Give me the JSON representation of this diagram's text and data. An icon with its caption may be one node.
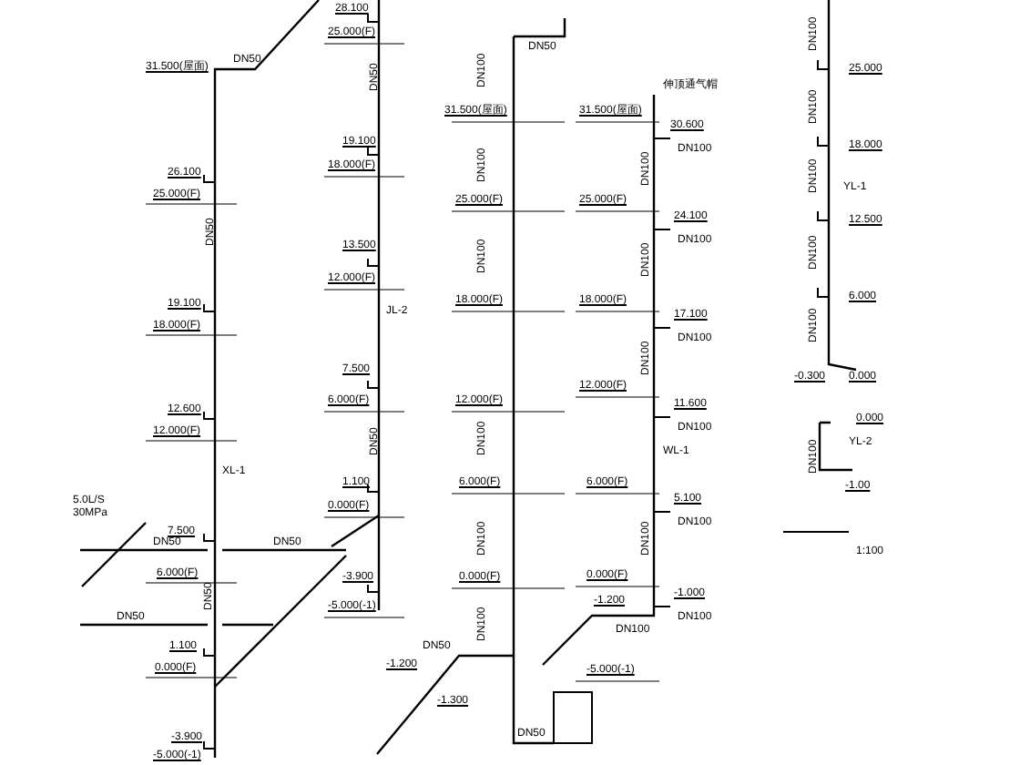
{
  "diagram": {
    "labels": [
      "DN50",
      "31.500(屋面)",
      "26.100",
      "25.000(F)",
      "DN50",
      "19.100",
      "18.000(F)",
      "12.600",
      "12.000(F)",
      "XL-1",
      "5.0L/S",
      "30MPa",
      "7.500",
      "DN50",
      "DN50",
      "6.000(F)",
      "DN50",
      "DN50",
      "1.100",
      "0.000(F)",
      "-3.900",
      "-5.000(-1)",
      "28.100",
      "25.000(F)",
      "DN50",
      "19.100",
      "18.000(F)",
      "13.500",
      "12.000(F)",
      "JL-2",
      "7.500",
      "6.000(F)",
      "DN50",
      "1.100",
      "0.000(F)",
      "-3.900",
      "-5.000(-1)",
      "DN50",
      "31.500(屋面)",
      "DN100",
      "25.000(F)",
      "DN100",
      "18.000(F)",
      "DN100",
      "12.000(F)",
      "DN100",
      "6.000(F)",
      "DN100",
      "0.000(F)",
      "DN100",
      "-1.300",
      "DN50",
      "-1.200",
      "DN50",
      "伸顶通气帽",
      "31.500(屋面)",
      "30.600",
      "DN100",
      "DN100",
      "25.000(F)",
      "24.100",
      "DN100",
      "DN100",
      "18.000(F)",
      "17.100",
      "DN100",
      "DN100",
      "12.000(F)",
      "11.600",
      "DN100",
      "WL-1",
      "6.000(F)",
      "5.100",
      "DN100",
      "DN100",
      "0.000(F)",
      "-1.000",
      "DN100",
      "-1.200",
      "DN100",
      "-5.000(-1)",
      "DN100",
      "25.000",
      "DN100",
      "18.000",
      "DN100",
      "YL-1",
      "12.500",
      "DN100",
      "6.000",
      "DN100",
      "-0.300",
      "0.000",
      "0.000",
      "YL-2",
      "DN100",
      "-1.00",
      "1:100"
    ]
  }
}
